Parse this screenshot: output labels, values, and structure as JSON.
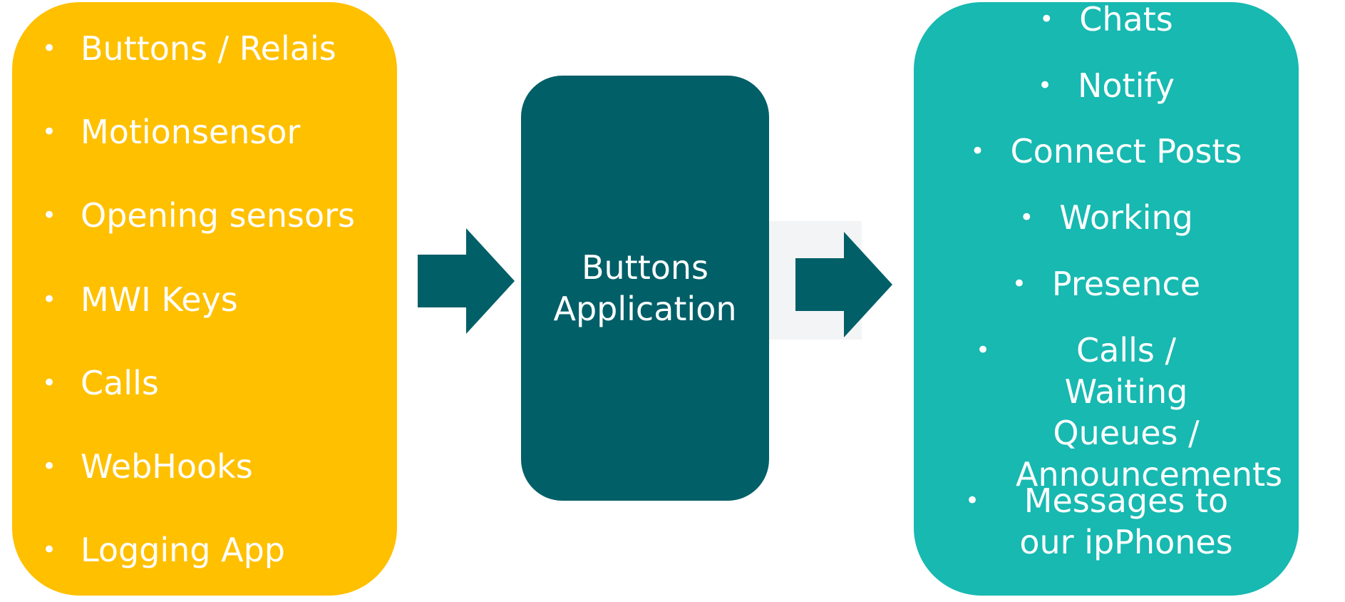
{
  "inputs": {
    "bullet": "•",
    "items": [
      "Buttons / Relais",
      "Motionsensor",
      "Opening sensors",
      "MWI Keys",
      "Calls",
      "WebHooks",
      "Logging App"
    ]
  },
  "center": {
    "title": "Buttons Application"
  },
  "outputs": {
    "bullet": "•",
    "items": [
      "Chats",
      "Notify",
      "Connect Posts",
      "Working",
      "Presence",
      "Calls / Waiting Queues / Announcements",
      "Messages to our ipPhones"
    ]
  },
  "colors": {
    "inputs_box": "#FFC000",
    "center_box": "#015F68",
    "outputs_box": "#17B9B1",
    "arrow": "#015F68",
    "text": "#FFFFFF"
  },
  "icons": [
    "arrow-right-icon",
    "arrow-right-icon"
  ]
}
